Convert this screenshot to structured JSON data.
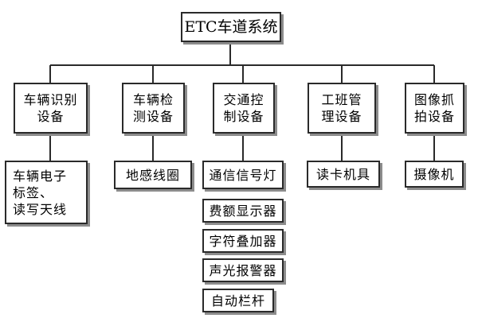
{
  "root": {
    "label": "ETC车道系统"
  },
  "categories": [
    {
      "label": "车辆识别\n设备",
      "items": [
        "车辆电子\n标签、\n读写天线"
      ]
    },
    {
      "label": "车辆检\n测设备",
      "items": [
        "地感线圈"
      ]
    },
    {
      "label": "交通控\n制设备",
      "items": [
        "通信信号灯",
        "费额显示器",
        "字符叠加器",
        "声光报警器",
        "自动栏杆"
      ]
    },
    {
      "label": "工班管\n理设备",
      "items": [
        "读卡机具"
      ]
    },
    {
      "label": "图像抓\n拍设备",
      "items": [
        "摄像机"
      ]
    }
  ],
  "colors": {
    "line": "#2a2a2a",
    "border": "#2a2a2a",
    "shadow": "#8c8c8c"
  }
}
